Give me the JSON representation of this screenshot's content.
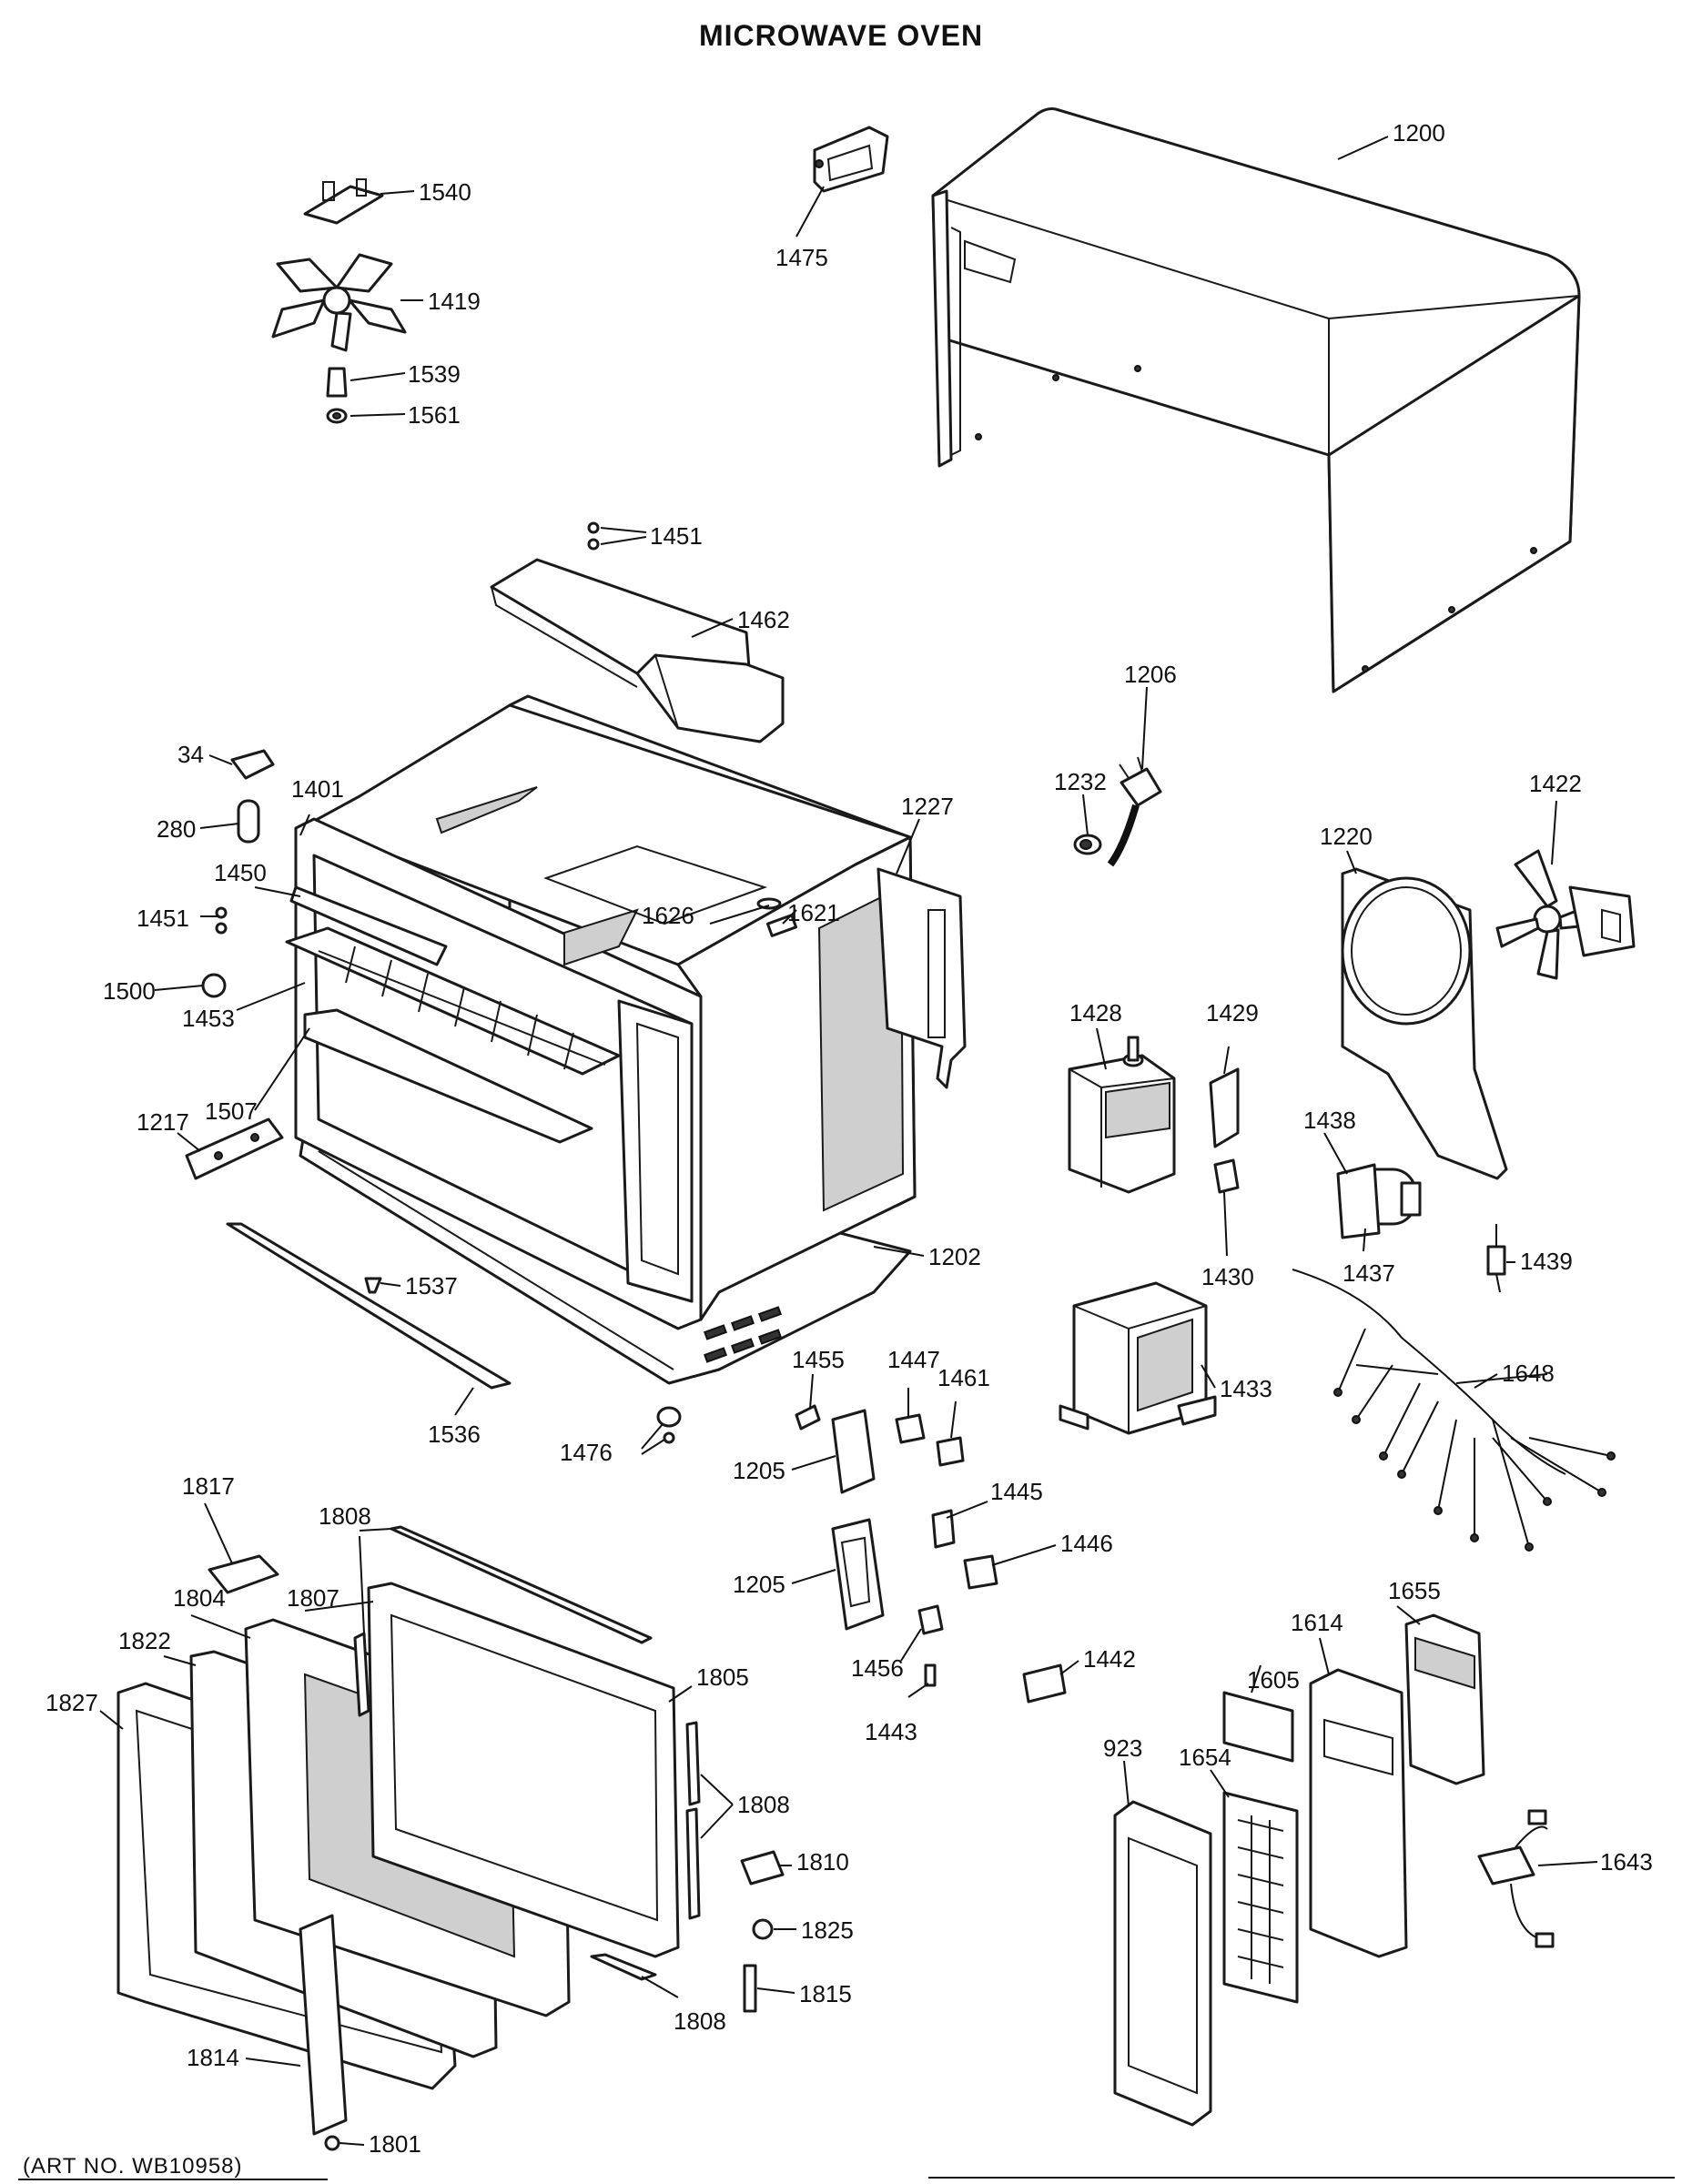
{
  "title": "MICROWAVE OVEN",
  "art_number": "(ART NO. WB10958)",
  "callouts": [
    {
      "id": "c1200",
      "label": "1200"
    },
    {
      "id": "c1540",
      "label": "1540"
    },
    {
      "id": "c1419",
      "label": "1419"
    },
    {
      "id": "c1539",
      "label": "1539"
    },
    {
      "id": "c1561",
      "label": "1561"
    },
    {
      "id": "c1475",
      "label": "1475"
    },
    {
      "id": "c1451a",
      "label": "1451"
    },
    {
      "id": "c1462",
      "label": "1462"
    },
    {
      "id": "c1206",
      "label": "1206"
    },
    {
      "id": "c34",
      "label": "34"
    },
    {
      "id": "c1401",
      "label": "1401"
    },
    {
      "id": "c280",
      "label": "280"
    },
    {
      "id": "c1227",
      "label": "1227"
    },
    {
      "id": "c1232",
      "label": "1232"
    },
    {
      "id": "c1422",
      "label": "1422"
    },
    {
      "id": "c1220",
      "label": "1220"
    },
    {
      "id": "c1450",
      "label": "1450"
    },
    {
      "id": "c1451b",
      "label": "1451"
    },
    {
      "id": "c1626",
      "label": "1626"
    },
    {
      "id": "c1621",
      "label": "1621"
    },
    {
      "id": "c1500",
      "label": "1500"
    },
    {
      "id": "c1453",
      "label": "1453"
    },
    {
      "id": "c1428",
      "label": "1428"
    },
    {
      "id": "c1429",
      "label": "1429"
    },
    {
      "id": "c1507",
      "label": "1507"
    },
    {
      "id": "c1438",
      "label": "1438"
    },
    {
      "id": "c1217",
      "label": "1217"
    },
    {
      "id": "c1202",
      "label": "1202"
    },
    {
      "id": "c1430",
      "label": "1430"
    },
    {
      "id": "c1437",
      "label": "1437"
    },
    {
      "id": "c1439",
      "label": "1439"
    },
    {
      "id": "c1537",
      "label": "1537"
    },
    {
      "id": "c1433",
      "label": "1433"
    },
    {
      "id": "c1455",
      "label": "1455"
    },
    {
      "id": "c1447",
      "label": "1447"
    },
    {
      "id": "c1461",
      "label": "1461"
    },
    {
      "id": "c1648",
      "label": "1648"
    },
    {
      "id": "c1536",
      "label": "1536"
    },
    {
      "id": "c1476",
      "label": "1476"
    },
    {
      "id": "c1205a",
      "label": "1205"
    },
    {
      "id": "c1817",
      "label": "1817"
    },
    {
      "id": "c1445",
      "label": "1445"
    },
    {
      "id": "c1808a",
      "label": "1808"
    },
    {
      "id": "c1446",
      "label": "1446"
    },
    {
      "id": "c1205b",
      "label": "1205"
    },
    {
      "id": "c1804",
      "label": "1804"
    },
    {
      "id": "c1807",
      "label": "1807"
    },
    {
      "id": "c1655",
      "label": "1655"
    },
    {
      "id": "c1822",
      "label": "1822"
    },
    {
      "id": "c1614",
      "label": "1614"
    },
    {
      "id": "c1456",
      "label": "1456"
    },
    {
      "id": "c1442",
      "label": "1442"
    },
    {
      "id": "c1805",
      "label": "1805"
    },
    {
      "id": "c1827",
      "label": "1827"
    },
    {
      "id": "c1605",
      "label": "1605"
    },
    {
      "id": "c1443",
      "label": "1443"
    },
    {
      "id": "c923",
      "label": "923"
    },
    {
      "id": "c1654",
      "label": "1654"
    },
    {
      "id": "c1808b",
      "label": "1808"
    },
    {
      "id": "c1810",
      "label": "1810"
    },
    {
      "id": "c1643",
      "label": "1643"
    },
    {
      "id": "c1825",
      "label": "1825"
    },
    {
      "id": "c1815",
      "label": "1815"
    },
    {
      "id": "c1808c",
      "label": "1808"
    },
    {
      "id": "c1814",
      "label": "1814"
    },
    {
      "id": "c1801",
      "label": "1801"
    }
  ]
}
